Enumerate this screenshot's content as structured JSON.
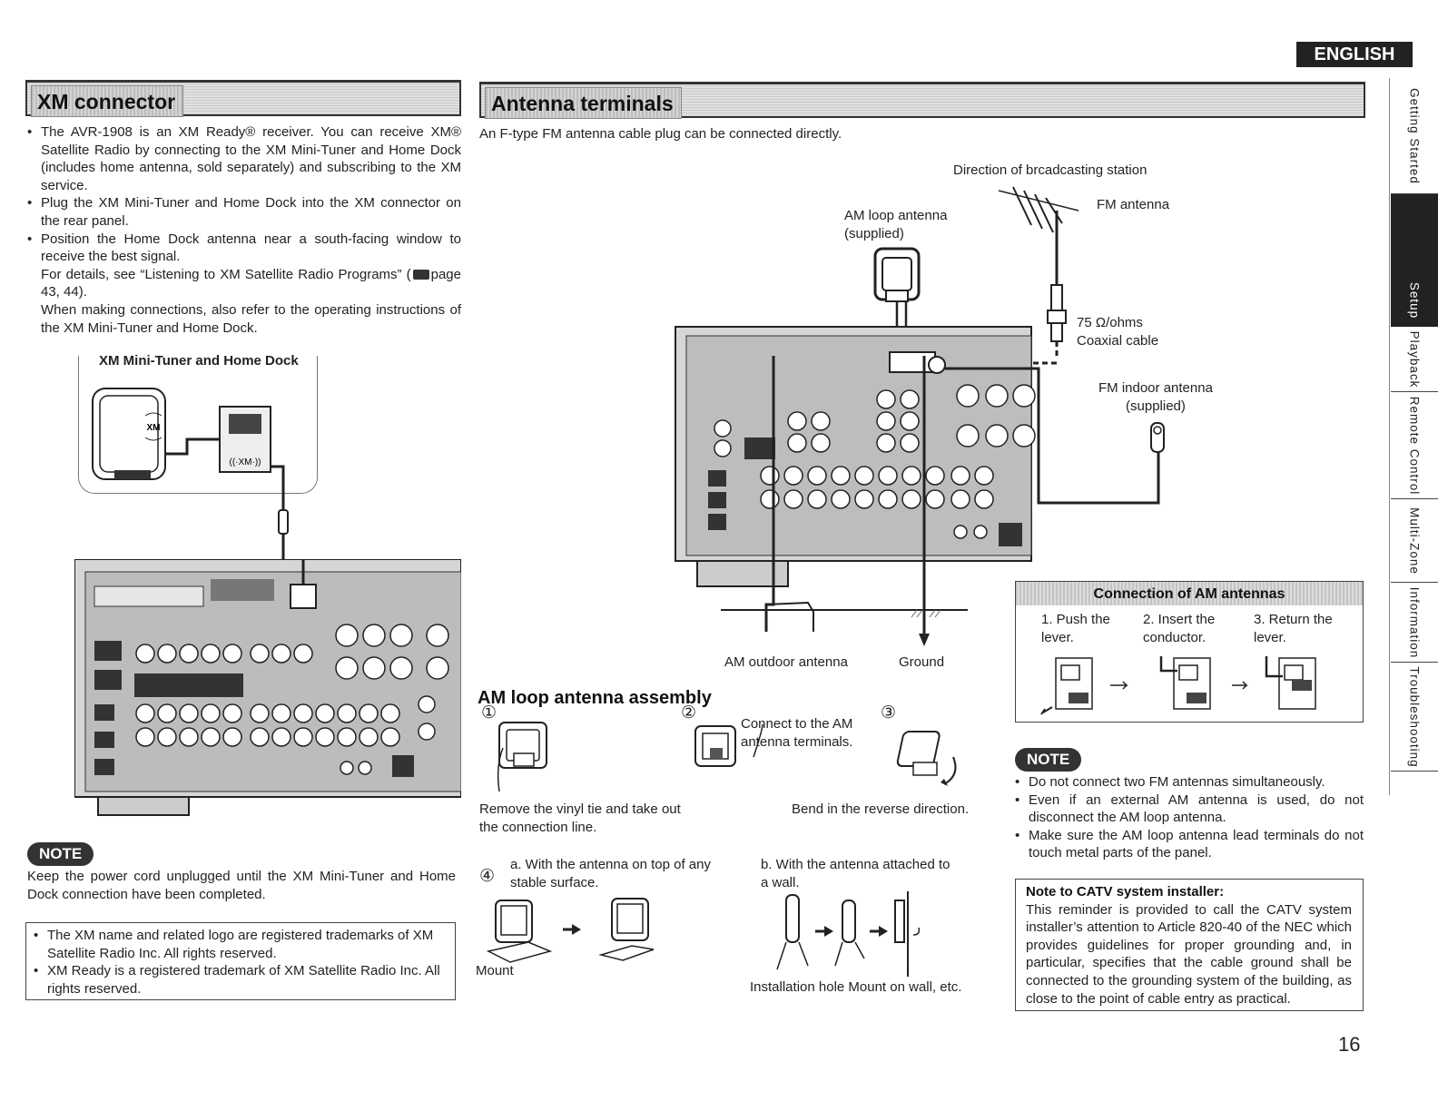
{
  "header": {
    "language": "ENGLISH",
    "page_number": "16"
  },
  "side_tabs": [
    "Getting Started",
    "Setup",
    "Playback",
    "Remote Control",
    "Multi-Zone",
    "Information",
    "Troubleshooting"
  ],
  "xm": {
    "title": "XM connector",
    "bullets": [
      "The AVR-1908 is an XM Ready® receiver. You can receive XM® Satellite Radio by connecting to the XM Mini-Tuner and Home Dock (includes home antenna, sold separately) and subscribing to the XM service.",
      "Plug the XM Mini-Tuner and Home Dock into the XM connector on the rear panel.",
      "Position the Home Dock antenna near a south-facing window to receive the best signal."
    ],
    "details_prefix": "For details, see “Listening to XM Satellite Radio Programs” (",
    "details_suffix": "page 43, 44).",
    "when_connecting": "When making connections, also refer to the operating instructions of the XM Mini-Tuner and Home Dock.",
    "dock_label": "XM Mini-Tuner and Home Dock",
    "xm_logo": "XM",
    "dock_logo": "((·XM·))",
    "note_badge": "NOTE",
    "note_text": "Keep the power cord unplugged until the XM Mini-Tuner and Home Dock connection have been completed.",
    "trademarks": [
      "The XM name and related logo are registered trademarks of XM Satellite Radio Inc. All rights reserved.",
      "XM Ready is a registered trademark of XM Satellite Radio Inc. All rights reserved."
    ]
  },
  "antenna": {
    "title": "Antenna terminals",
    "intro": "An F-type FM antenna cable plug can be connected directly.",
    "labels": {
      "direction": "Direction of brcadcasting station",
      "fm_antenna": "FM antenna",
      "am_loop_1": "AM loop antenna",
      "am_loop_2": "(supplied)",
      "coax_1": "75 Ω/ohms",
      "coax_2": "Coaxial cable",
      "fm_indoor_1": "FM indoor antenna",
      "fm_indoor_2": "(supplied)",
      "am_outdoor": "AM outdoor antenna",
      "ground": "Ground"
    },
    "am_connection": {
      "title": "Connection of AM antennas",
      "steps": [
        "1. Push the lever.",
        "2. Insert the conductor.",
        "3. Return the lever."
      ]
    },
    "note_badge": "NOTE",
    "notes": [
      "Do not connect two FM antennas simultaneously.",
      "Even if an external AM antenna is used, do not disconnect the AM loop antenna.",
      "Make sure the AM loop antenna lead terminals do not touch metal parts of the panel."
    ],
    "catv": {
      "title": "Note to CATV system installer:",
      "text": "This reminder is provided to call the CATV system installer’s attention to Article 820-40 of the NEC which provides guidelines for proper grounding and, in particular, specifies that the cable ground shall be connected to the grounding system of the building, as close to the point of cable entry as practical."
    }
  },
  "assembly": {
    "title": "AM loop antenna assembly",
    "n1": "①",
    "n2": "②",
    "n3": "③",
    "n4": "④",
    "step1": "Remove the vinyl tie and take out the connection line.",
    "step2": "Connect to the AM antenna terminals.",
    "step3": "Bend in the reverse direction.",
    "step4a": "a. With the antenna on top of any stable surface.",
    "step4b": "b. With the antenna attached to a wall.",
    "mount": "Mount",
    "install": "Installation hole Mount on wall, etc."
  }
}
